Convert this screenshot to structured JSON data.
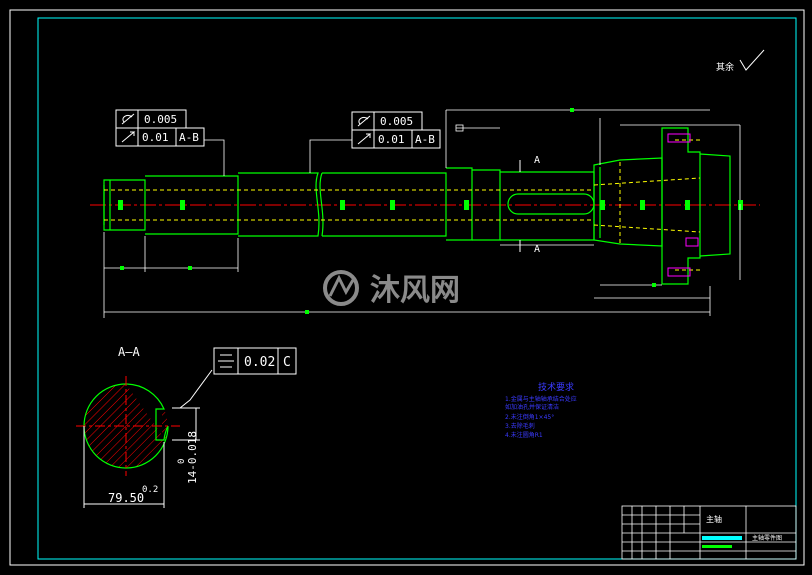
{
  "colors": {
    "background": "#000000",
    "frame": "#ffffff",
    "outline": "#00ff00",
    "centerline": "#ff0000",
    "hidden": "#ffff00",
    "dimension": "#00ffff",
    "dimension_alt": "#ff00ff",
    "watermark": "#8a8a8a",
    "notes": "#3a3aff"
  },
  "roughness": {
    "label": "其余"
  },
  "fcf": {
    "left": {
      "row1_value": "0.005",
      "row2_value": "0.01",
      "row2_datum": "A-B"
    },
    "right": {
      "row1_value": "0.005",
      "row2_value": "0.01",
      "row2_datum": "A-B"
    },
    "section": {
      "value": "0.02",
      "datum": "C"
    }
  },
  "section": {
    "cut_label": "A",
    "view_label": "A—A",
    "dim_width": "79.50",
    "dim_width_tol": "0.2",
    "dim_key_depth": "14-0.018",
    "dim_key_tol": "0"
  },
  "watermark": {
    "text": "沐风网"
  },
  "notes": {
    "title": "技术要求",
    "items": [
      "1.金属与主轴轴承结合处应",
      "  如加油孔并保证清洁",
      "2.未注倒角1×45°",
      "3.去除毛刺",
      "4.未注圆角R1"
    ]
  },
  "title_block": {
    "part_name": "主轴",
    "drawing_name": "主轴零件图"
  }
}
